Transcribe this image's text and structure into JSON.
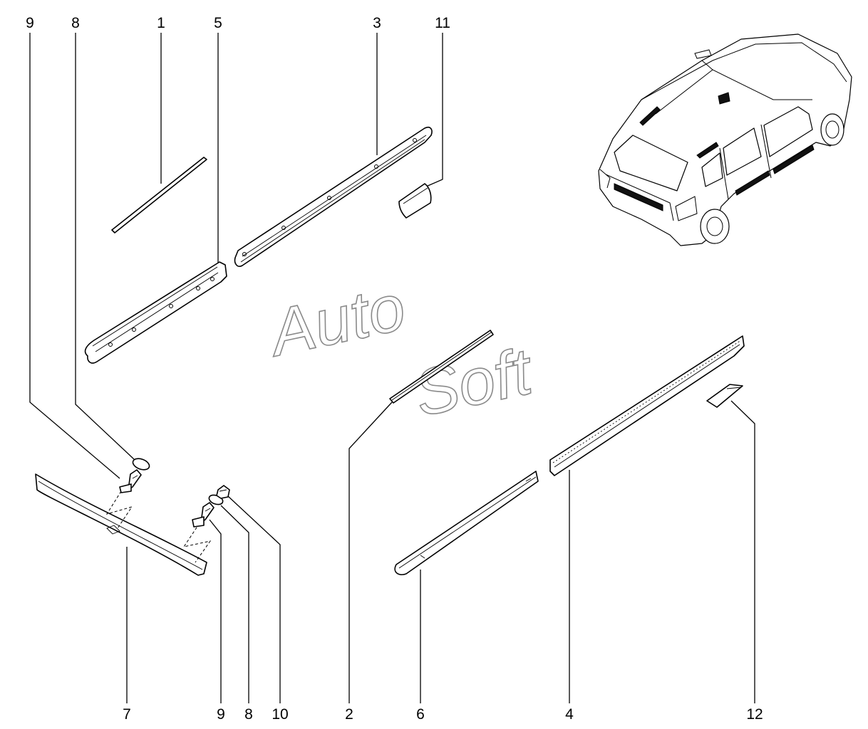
{
  "watermark": {
    "line1": "Auto",
    "line2": "Soft"
  },
  "callouts": {
    "c9_top": "9",
    "c8_top": "8",
    "c1": "1",
    "c5": "5",
    "c3": "3",
    "c11": "11",
    "c7": "7",
    "c9_bottom": "9",
    "c8_bottom": "8",
    "c10": "10",
    "c2": "2",
    "c6": "6",
    "c4": "4",
    "c12": "12"
  },
  "colors": {
    "ink": "#000000",
    "watermark_stroke": "#8a8a8a",
    "background": "#ffffff"
  }
}
